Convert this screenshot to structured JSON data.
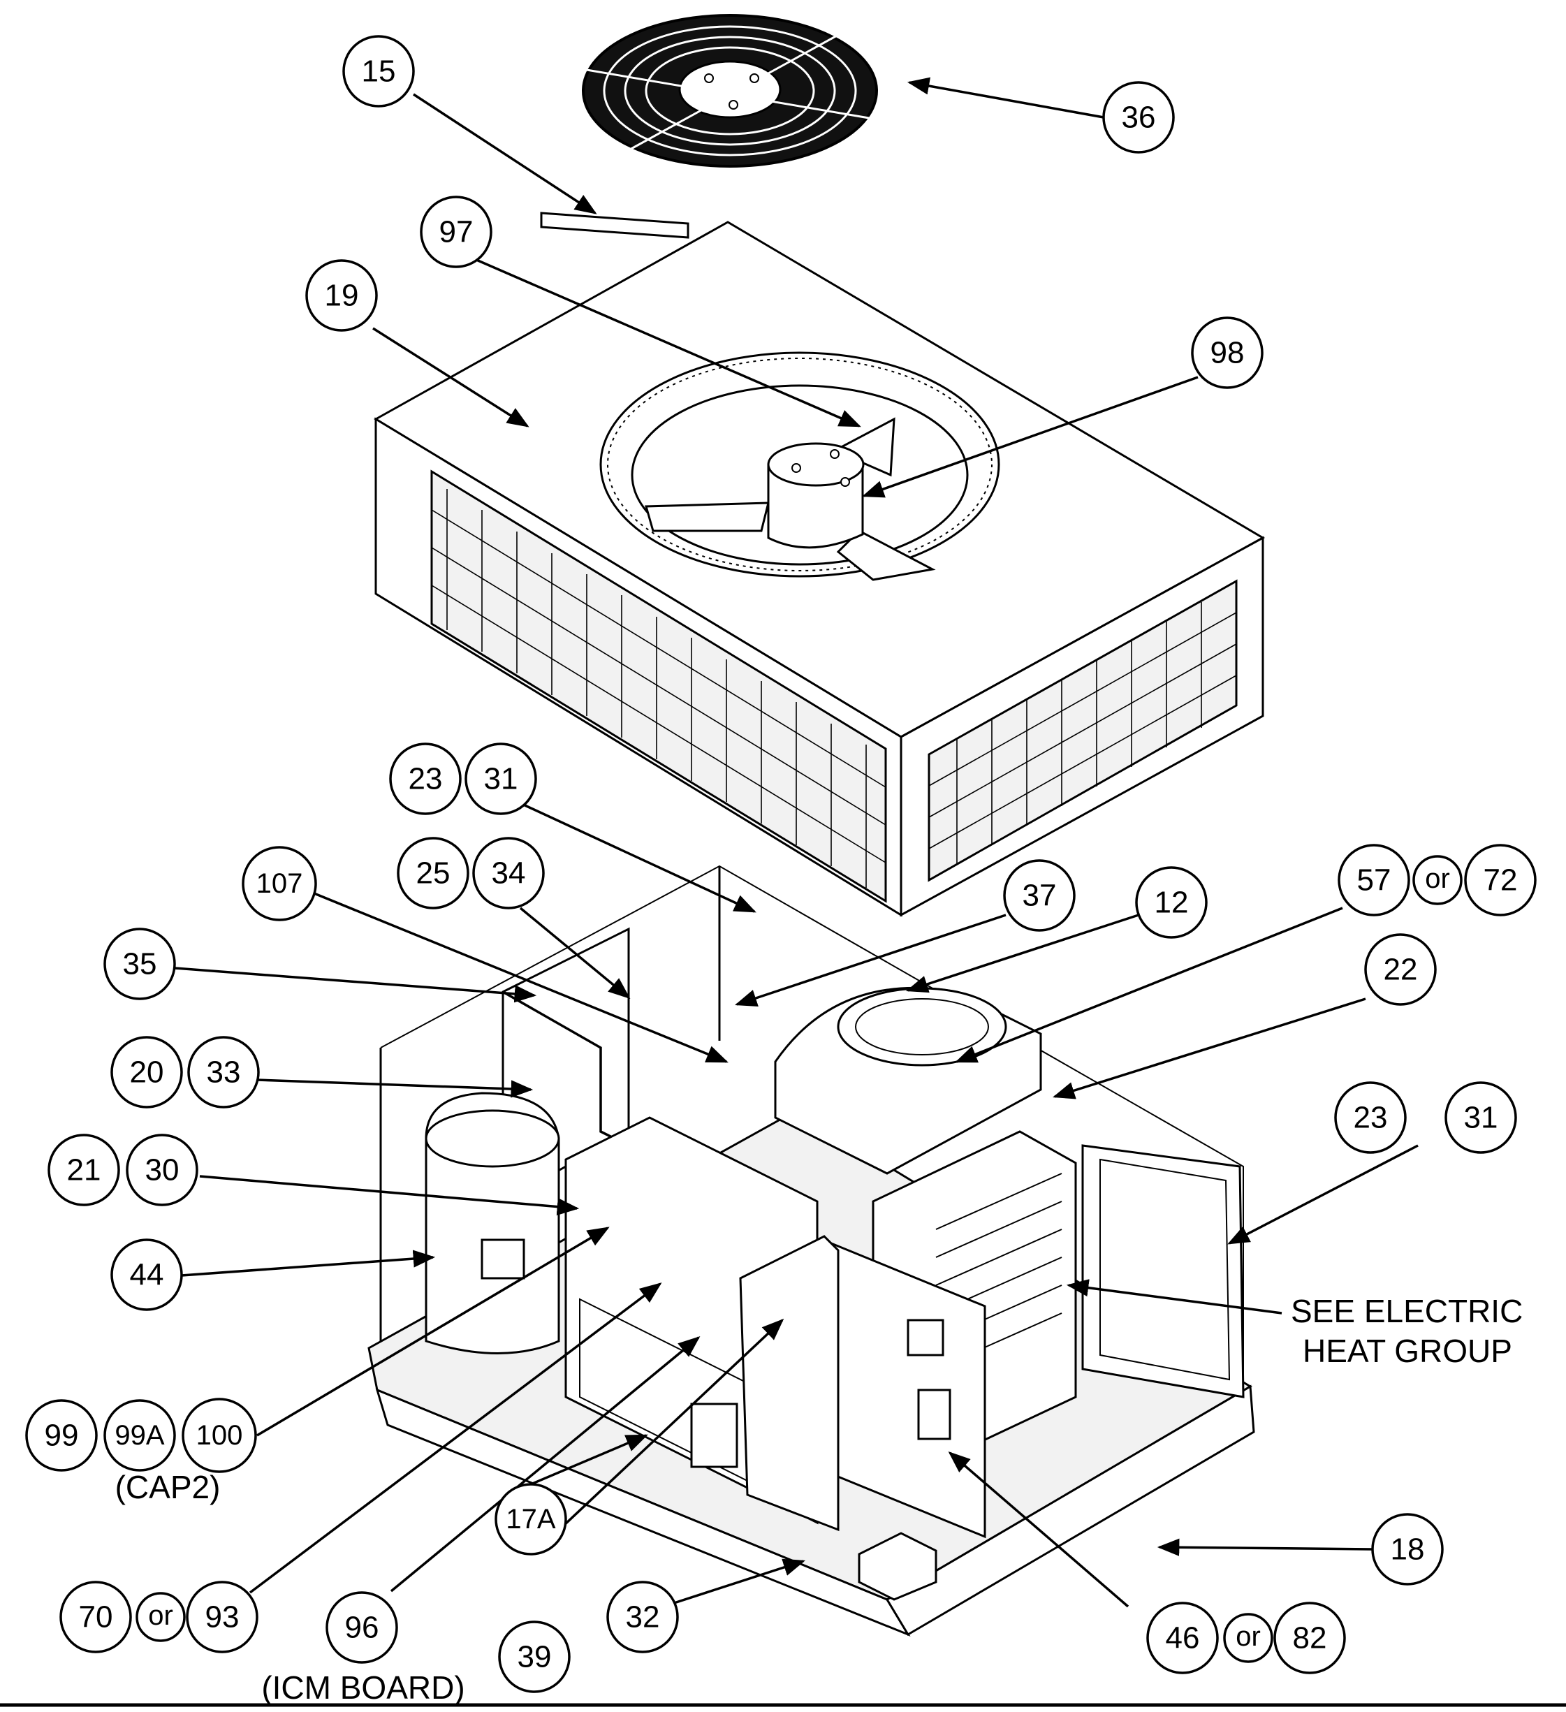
{
  "callouts": {
    "c15": "15",
    "c36": "36",
    "c97": "97",
    "c19": "19",
    "c98": "98",
    "c23a": "23",
    "c31a": "31",
    "c25": "25",
    "c34": "34",
    "c107": "107",
    "c37": "37",
    "c12": "12",
    "c57": "57",
    "c72": "72",
    "c35": "35",
    "c22": "22",
    "c20": "20",
    "c33": "33",
    "c23b": "23",
    "c31b": "31",
    "c21": "21",
    "c30": "30",
    "c44": "44",
    "c99": "99",
    "c99a": "99A",
    "c100": "100",
    "c18": "18",
    "c17a": "17A",
    "c70": "70",
    "c93": "93",
    "c96": "96",
    "c32": "32",
    "c46": "46",
    "c82": "82",
    "c39": "39"
  },
  "or_labels": {
    "or1": "or",
    "or2": "or",
    "or3": "or"
  },
  "notes": {
    "electric_heat_line1": "SEE ELECTRIC",
    "electric_heat_line2": "HEAT GROUP",
    "cap2": "(CAP2)",
    "icm_board": "(ICM BOARD)"
  },
  "colors": {
    "ink": "#000000",
    "paper": "#ffffff"
  }
}
